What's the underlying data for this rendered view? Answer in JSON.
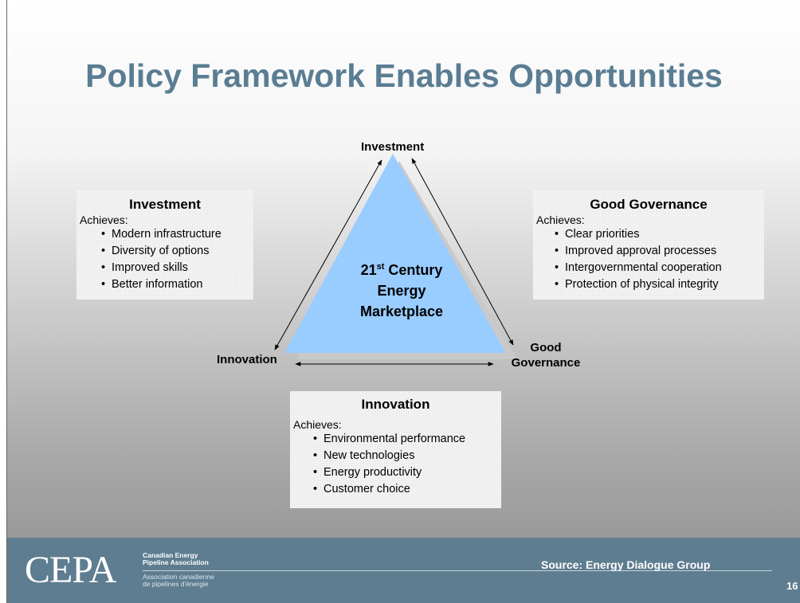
{
  "slide": {
    "title": "Policy Framework Enables Opportunities",
    "page_number": "16"
  },
  "triangle": {
    "center_line1_pre": "21",
    "center_line1_sup": "st",
    "center_line1_post": " Century",
    "center_line2": "Energy",
    "center_line3": "Marketplace",
    "vertex_top": "Investment",
    "vertex_left": "Innovation",
    "vertex_right_line1": "Good",
    "vertex_right_line2": "Governance"
  },
  "boxes": {
    "investment": {
      "heading": "Investment",
      "sub": "Achieves:",
      "items": [
        "Modern infrastructure",
        "Diversity of options",
        "Improved skills",
        "Better information"
      ]
    },
    "governance": {
      "heading": "Good Governance",
      "sub": "Achieves:",
      "items": [
        "Clear priorities",
        "Improved approval processes",
        "Intergovernmental cooperation",
        "Protection of physical integrity"
      ]
    },
    "innovation": {
      "heading": "Innovation",
      "sub": "Achieves:",
      "items": [
        "Environmental performance",
        "New technologies",
        "Energy productivity",
        "Customer choice"
      ]
    }
  },
  "footer": {
    "logo": "CEPA",
    "org_en_1": "Canadian Energy",
    "org_en_2": "Pipeline Association",
    "org_fr_1": "Association canadienne",
    "org_fr_2": "de pipelines d'énergie",
    "source": "Source: Energy Dialogue Group"
  },
  "colors": {
    "title": "#5a7d93",
    "triangle_fill": "#99ccff",
    "footer_bg": "#5e7d90"
  }
}
